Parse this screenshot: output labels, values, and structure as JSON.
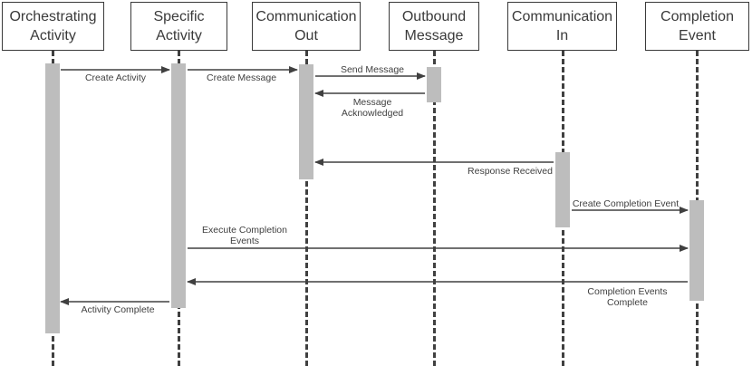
{
  "participants": [
    {
      "label": "Orchestrating\nActivity"
    },
    {
      "label": "Specific\nActivity"
    },
    {
      "label": "Communication\nOut"
    },
    {
      "label": "Outbound\nMessage"
    },
    {
      "label": "Communication\nIn"
    },
    {
      "label": "Completion\nEvent"
    }
  ],
  "messages": [
    {
      "label": "Create Activity",
      "from": 0,
      "to": 1
    },
    {
      "label": "Create Message",
      "from": 1,
      "to": 2
    },
    {
      "label": "Send Message",
      "from": 2,
      "to": 3
    },
    {
      "label": "Message\nAcknowledged",
      "from": 3,
      "to": 2
    },
    {
      "label": "Response Received",
      "from": 4,
      "to": 2
    },
    {
      "label": "Create Completion Event",
      "from": 4,
      "to": 5
    },
    {
      "label": "Execute Completion\nEvents",
      "from": 1,
      "to": 5
    },
    {
      "label": "Completion Events\nComplete",
      "from": 5,
      "to": 1
    },
    {
      "label": "Activity Complete",
      "from": 1,
      "to": 0
    }
  ],
  "colors": {
    "activation": "#bdbdbd",
    "line": "#404040"
  }
}
